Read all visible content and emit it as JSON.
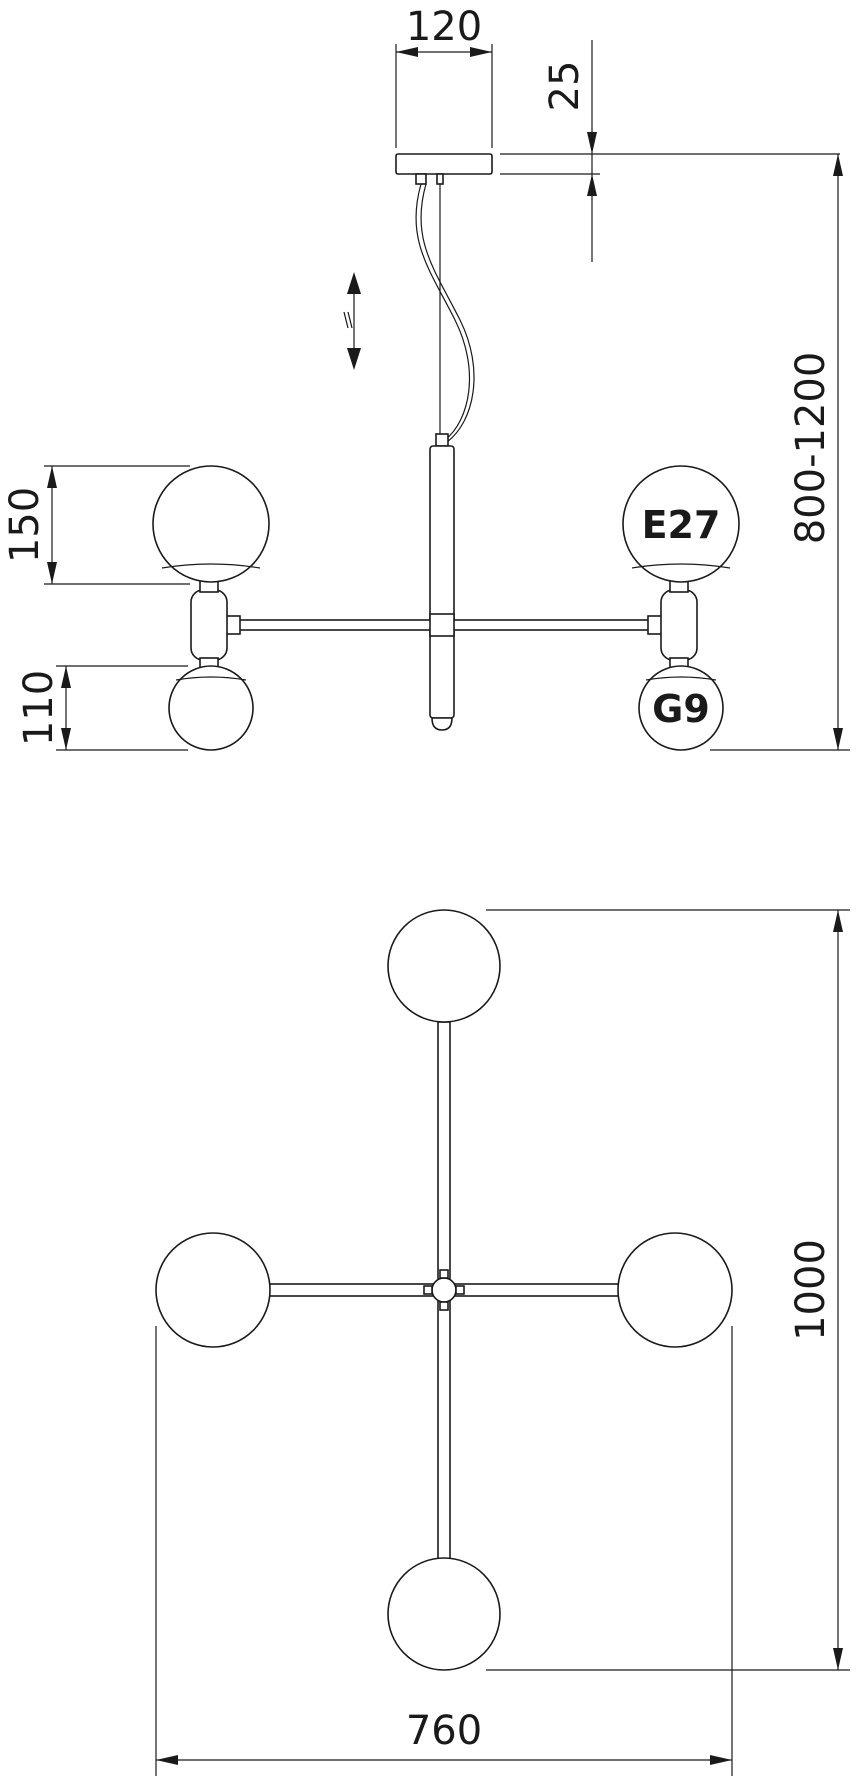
{
  "front_view": {
    "canopy_width": "120",
    "canopy_height": "25",
    "height_range": "800-1200",
    "shade_large_diameter": "150",
    "shade_small_diameter": "110",
    "socket_large": "E27",
    "socket_small": "G9"
  },
  "top_view": {
    "overall_depth": "1000",
    "overall_width": "760"
  }
}
